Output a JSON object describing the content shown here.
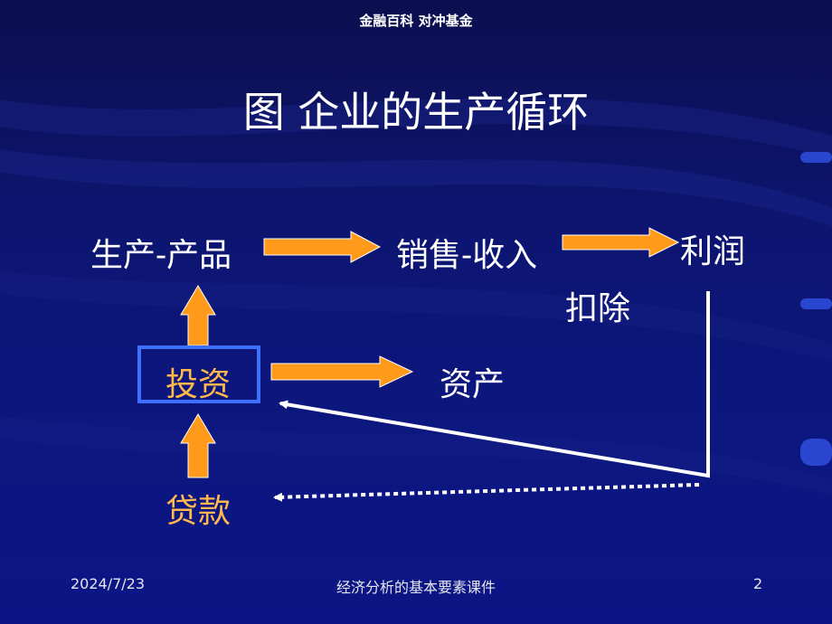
{
  "header": "金融百科  对冲基金",
  "title": "图  企业的生产循环",
  "nodes": {
    "production": "生产-产品",
    "sales": "销售-收入",
    "profit": "利润",
    "deduct": "扣除",
    "investment": "投资",
    "assets": "资产",
    "loan": "贷款"
  },
  "footer": {
    "date": "2024/7/23",
    "course": "经济分析的基本要素课件",
    "page": "2"
  },
  "colors": {
    "background": "#0c1572",
    "arrow_fill": "#ff9a1a",
    "highlight_text": "#ffb84d",
    "box_border": "#3f6fff"
  }
}
